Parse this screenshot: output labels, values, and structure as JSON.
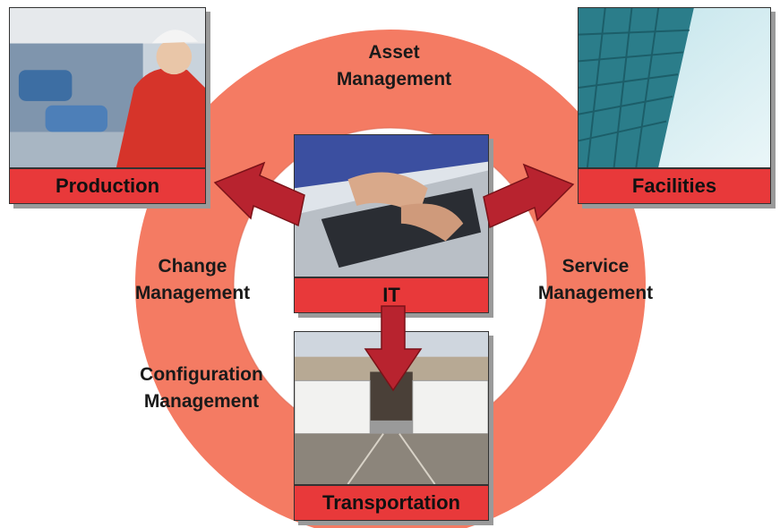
{
  "diagram": {
    "ring_color": "#f47b63",
    "arrow_color": "#b8232f",
    "caption_color": "#e8393a",
    "labels": {
      "asset": [
        "Asset",
        "Management"
      ],
      "change": [
        "Change",
        "Management"
      ],
      "configuration": [
        "Configuration",
        "Management"
      ],
      "service": [
        "Service",
        "Management"
      ]
    },
    "cards": {
      "production": "Production",
      "facilities": "Facilities",
      "it": "IT",
      "transportation": "Transportation"
    }
  }
}
